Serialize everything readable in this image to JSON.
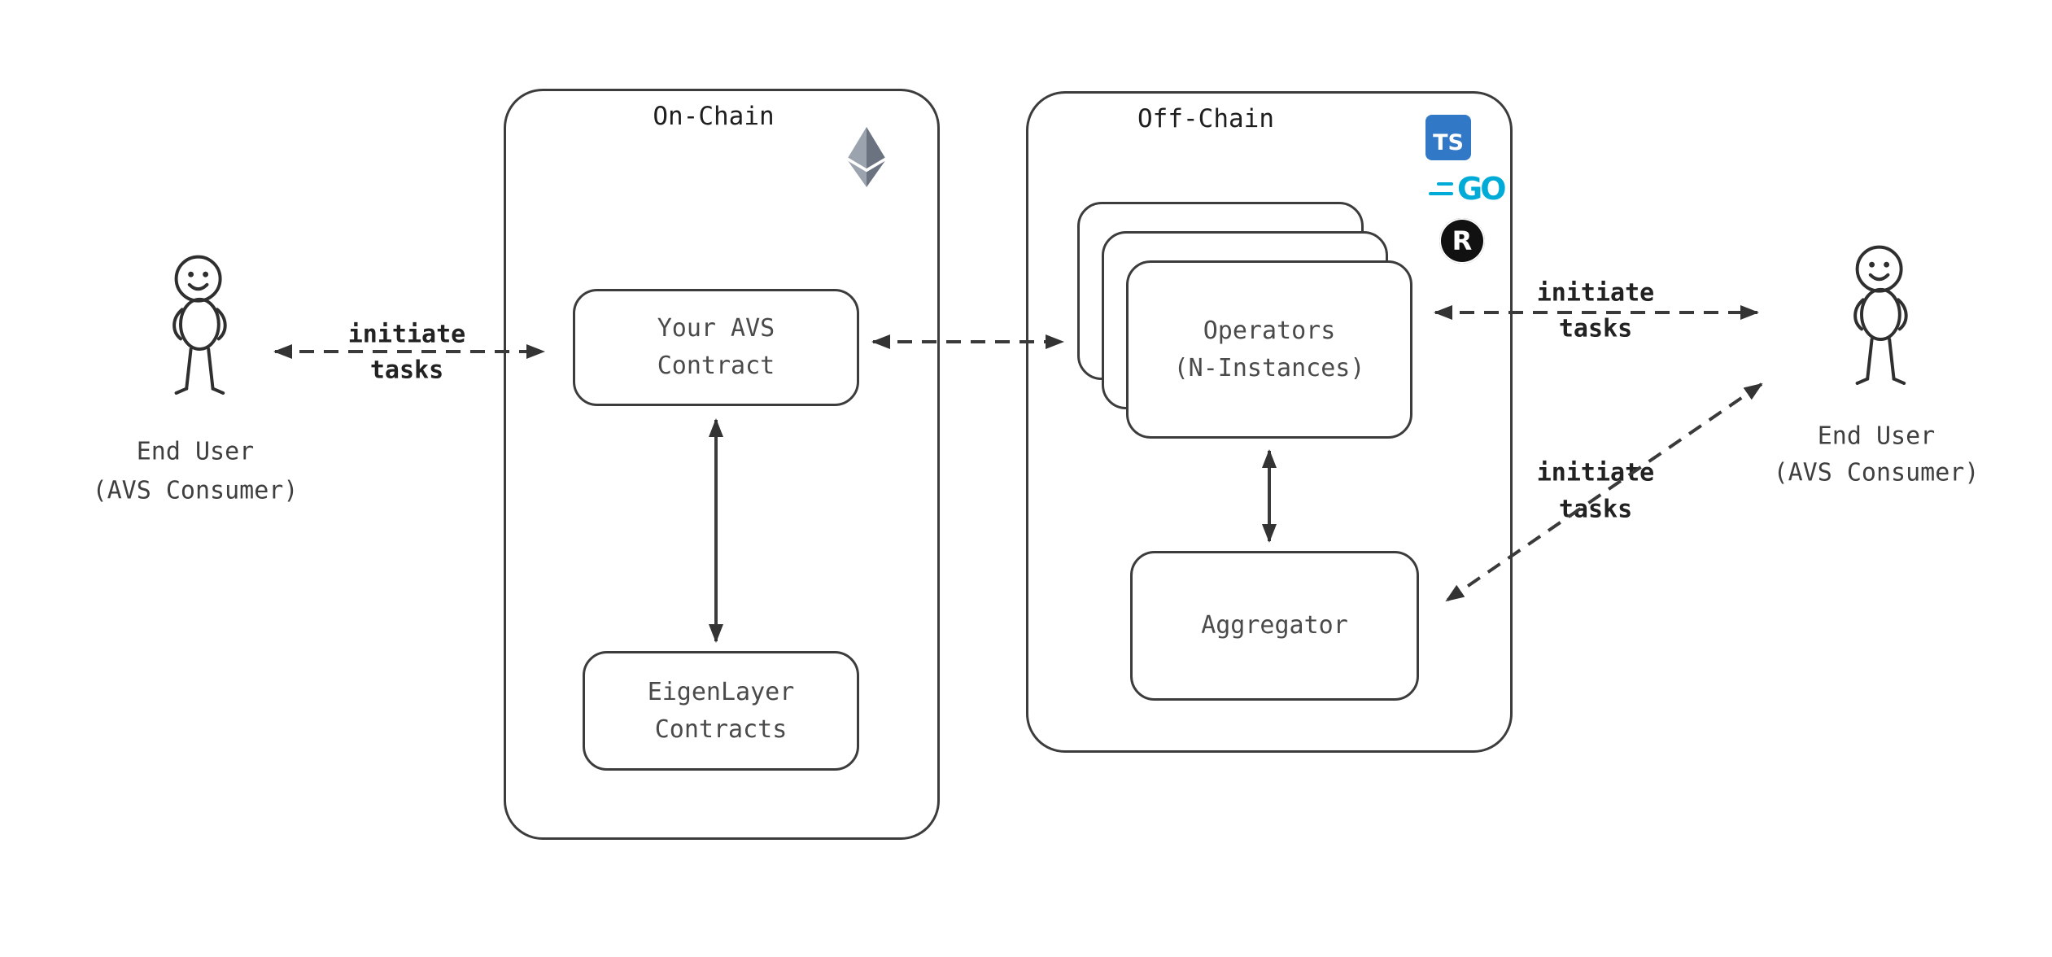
{
  "users": {
    "left": {
      "line1": "End User",
      "line2": "(AVS Consumer)"
    },
    "right": {
      "line1": "End User",
      "line2": "(AVS Consumer)"
    }
  },
  "onchain": {
    "title": "On-Chain",
    "avs_contract": {
      "line1": "Your AVS",
      "line2": "Contract"
    },
    "eigenlayer": {
      "line1": "EigenLayer",
      "line2": "Contracts"
    }
  },
  "offchain": {
    "title": "Off-Chain",
    "operators": {
      "line1": "Operators",
      "line2": "(N-Instances)"
    },
    "aggregator": {
      "label": "Aggregator"
    }
  },
  "edges": {
    "left": {
      "line1": "initiate",
      "line2": "tasks"
    },
    "right": {
      "line1": "initiate",
      "line2": "tasks"
    },
    "diagonal": {
      "line1": "initiate",
      "line2": "tasks"
    }
  },
  "icons": {
    "typescript": "TS",
    "go": "GO",
    "rust": "R"
  },
  "colors": {
    "stroke": "#3a3a3a",
    "typescript_blue": "#3178C6",
    "go_cyan": "#00ACD7",
    "rust_black": "#111111",
    "ethereum_dark": "#6b7280",
    "ethereum_light": "#9aa3ae"
  }
}
